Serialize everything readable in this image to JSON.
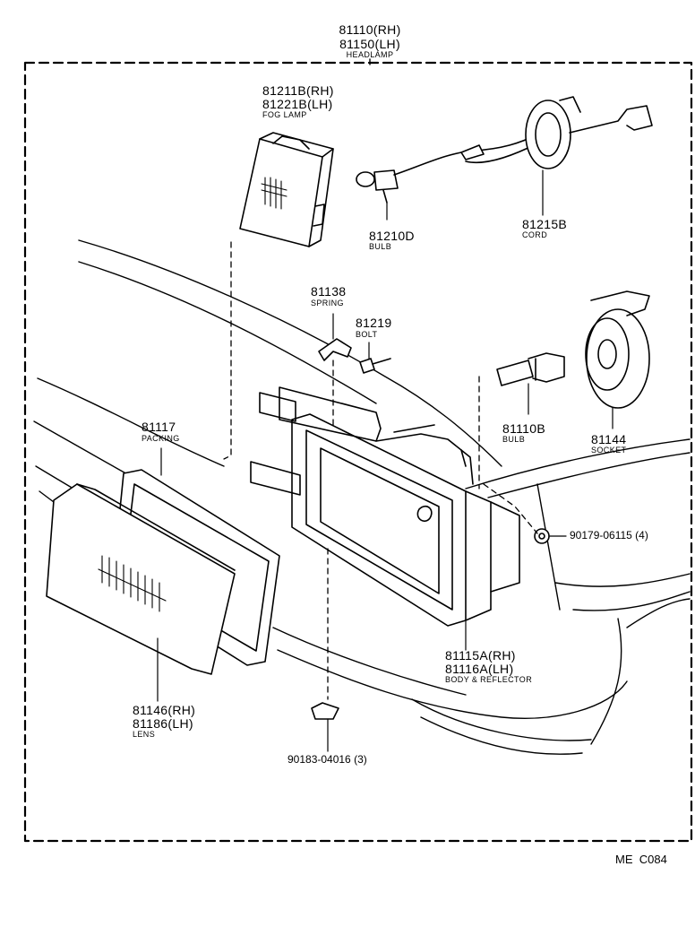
{
  "parts": {
    "headlamp": {
      "pn_rh": "81110(RH)",
      "pn_lh": "81150(LH)",
      "name": "HEADLAMP"
    },
    "fog_lamp": {
      "pn_rh": "81211B(RH)",
      "pn_lh": "81221B(LH)",
      "name": "FOG LAMP"
    },
    "fog_bulb": {
      "pn": "81210D",
      "name": "BULB"
    },
    "cord": {
      "pn": "81215B",
      "name": "CORD"
    },
    "spring": {
      "pn": "81138",
      "name": "SPRING"
    },
    "bolt": {
      "pn": "81219",
      "name": "BOLT"
    },
    "packing": {
      "pn": "81117",
      "name": "PACKING"
    },
    "head_bulb": {
      "pn": "81110B",
      "name": "BULB"
    },
    "socket": {
      "pn": "81144",
      "name": "SOCKET"
    },
    "nut": {
      "pn": "90179-06115 (4)"
    },
    "body_reflector": {
      "pn_rh": "81115A(RH)",
      "pn_lh": "81116A(LH)",
      "name": "BODY & REFLECTOR"
    },
    "lens": {
      "pn_rh": "81146(RH)",
      "pn_lh": "81186(LH)",
      "name": "LENS"
    },
    "clip": {
      "pn": "90183-04016 (3)"
    }
  },
  "footer": {
    "code": "ME  C084"
  }
}
